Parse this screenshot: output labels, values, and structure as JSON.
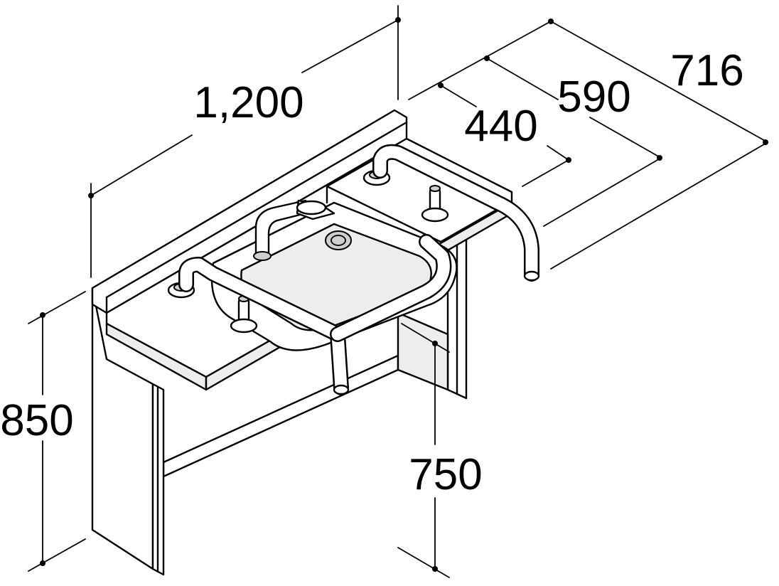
{
  "dimensions": {
    "width_label": "1,200",
    "depth_a_label": "440",
    "depth_b_label": "590",
    "depth_c_label": "716",
    "height_label": "850",
    "clearance_label": "750"
  }
}
